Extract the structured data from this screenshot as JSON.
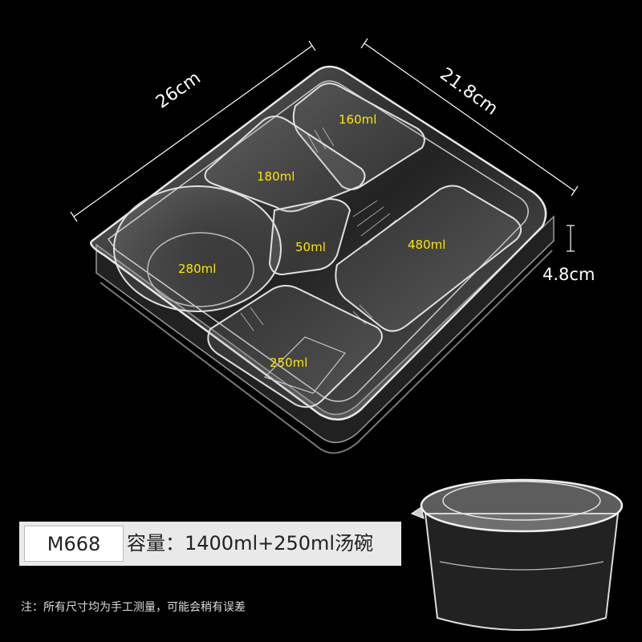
{
  "dimensions": {
    "width": "26cm",
    "depth": "21.8cm",
    "height": "4.8cm"
  },
  "compartments": {
    "c160": "160ml",
    "c180": "180ml",
    "c50": "50ml",
    "c480": "480ml",
    "c280": "280ml",
    "c250": "250ml"
  },
  "product": {
    "model": "M668",
    "capacity": "容量：1400ml+250ml汤碗"
  },
  "note": "注：所有尺寸均为手工测量，可能会稍有误差",
  "colors": {
    "background": "#000000",
    "capacity_label": "#ffe600",
    "info_bar": "#e9e9e9"
  }
}
